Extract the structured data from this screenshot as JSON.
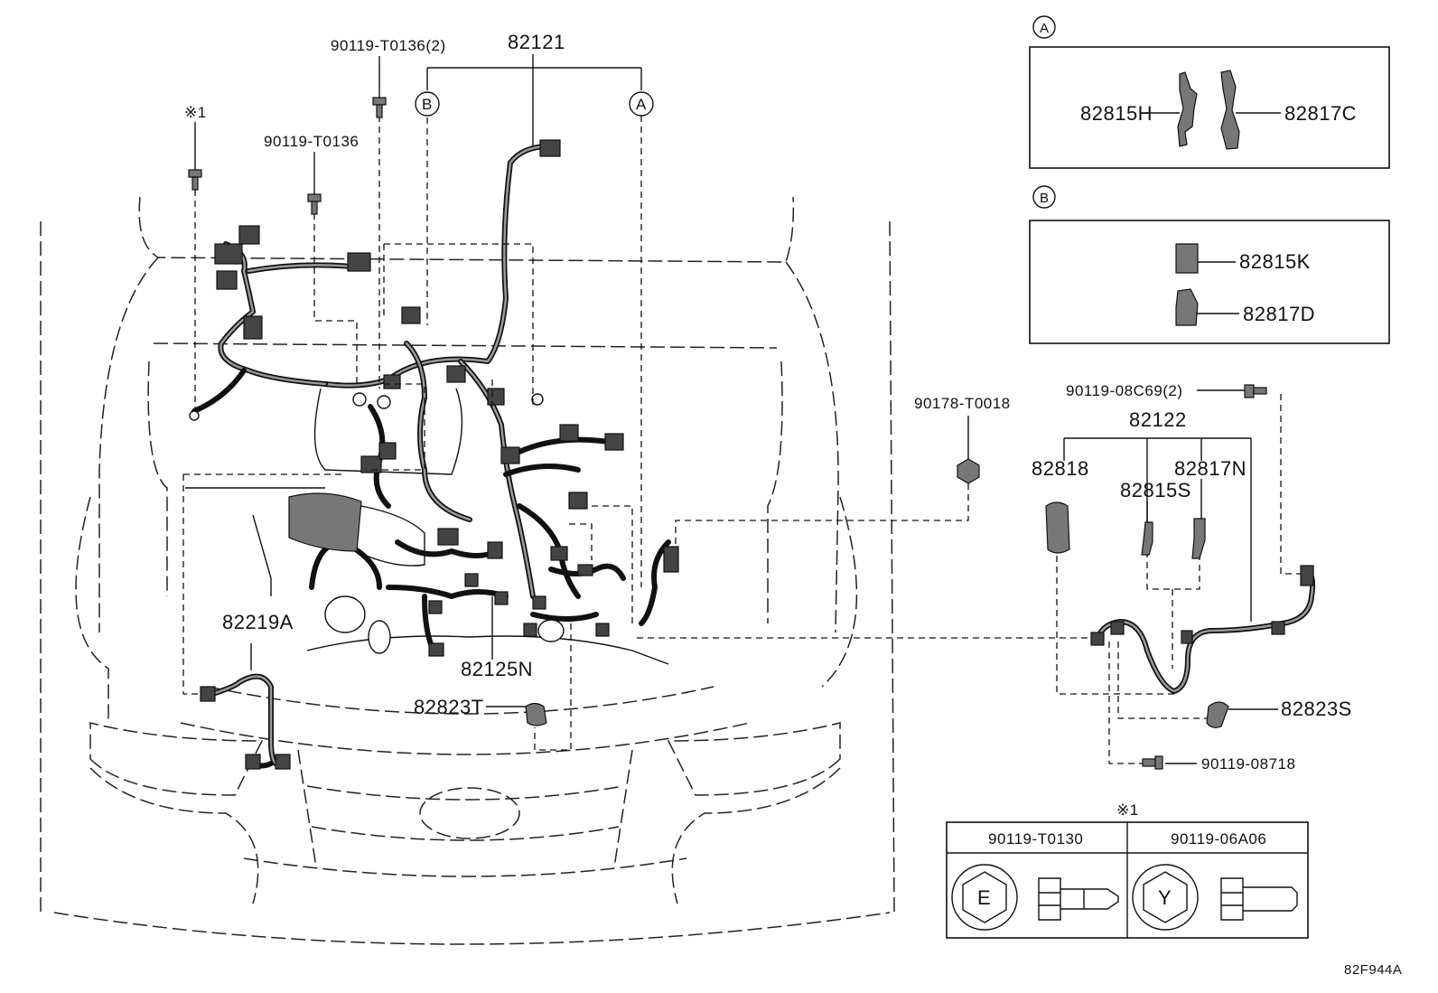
{
  "labels": {
    "p90119_t0136_2": "90119-T0136(2)",
    "p82121": "82121",
    "ref_b": "B",
    "ref_a": "A",
    "note1": "※1",
    "p90119_t0136": "90119-T0136",
    "p90178_t0018": "90178-T0018",
    "p82219a": "82219A",
    "p82125n": "82125N",
    "p82823t": "82823T",
    "p90119_08c69_2": "90119-08C69(2)",
    "p82122": "82122",
    "p82818": "82818",
    "p82815s": "82815S",
    "p82817n": "82817N",
    "p82823s": "82823S",
    "p90119_08718": "90119-08718",
    "figure_code": "82F944A"
  },
  "detail_a": {
    "ref": "A",
    "left_part": "82815H",
    "right_part": "82817C"
  },
  "detail_b": {
    "ref": "B",
    "top_part": "82815K",
    "bottom_part": "82817D"
  },
  "bolt_table": {
    "note": "※1",
    "columns": [
      {
        "part": "90119-T0130",
        "head_mark": "E"
      },
      {
        "part": "90119-06A06",
        "head_mark": "Y"
      }
    ]
  }
}
